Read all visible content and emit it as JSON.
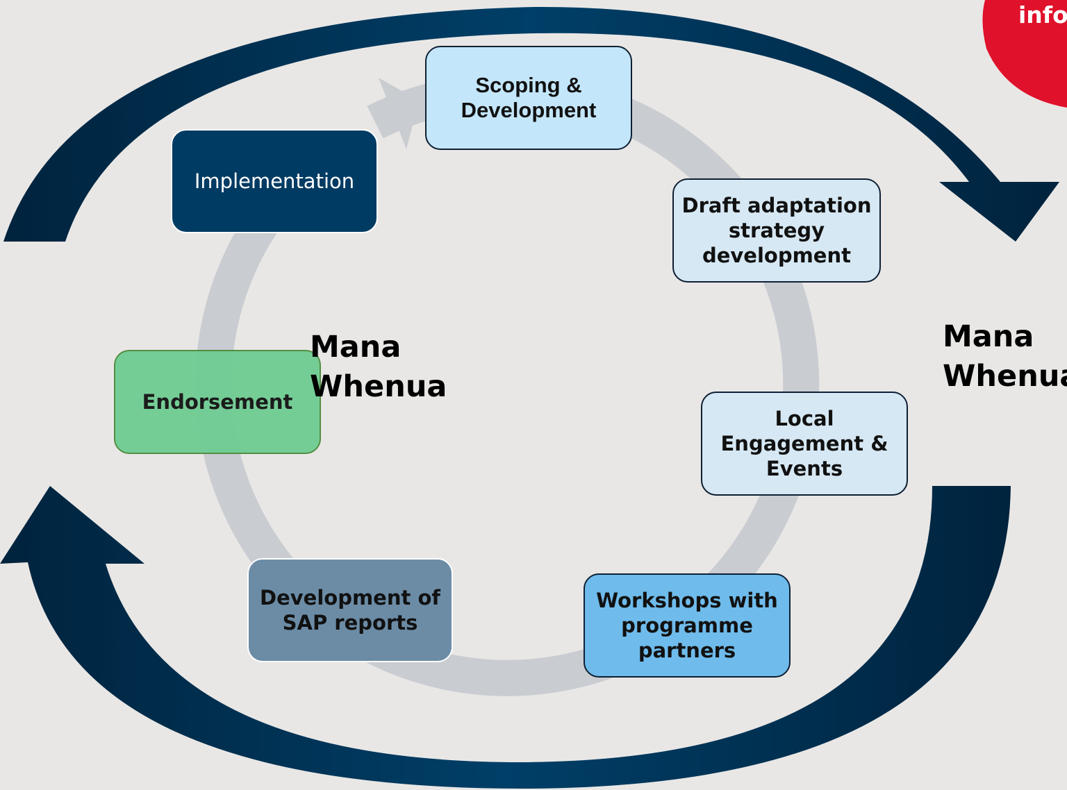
{
  "brand": {
    "text": "info"
  },
  "stages": {
    "scoping": [
      "Scoping &",
      "Development"
    ],
    "draft": [
      "Draft adaptation",
      "strategy",
      "development"
    ],
    "local": [
      "Local",
      "Engagement &",
      "Events"
    ],
    "workshops": [
      "Workshops with",
      "programme",
      "partners"
    ],
    "sap": [
      "Development of",
      "SAP reports"
    ],
    "endorsement": [
      "Endorsement"
    ],
    "implementation": [
      "Implementation"
    ]
  },
  "labels": {
    "mana_inner": [
      "Mana",
      "Whenua"
    ],
    "mana_outer": [
      "Mana",
      "Whenua"
    ]
  },
  "colors": {
    "background": "#e9e7e5",
    "outer_arrow": "#003b63",
    "inner_ring": "#c9ccd1",
    "brand_badge": "#e0112b",
    "scoping": "#c4e6fa",
    "draft": "#d6e8f3",
    "local": "#d6e8f3",
    "workshops": "#6fbcec",
    "sap": "#6c8ca6",
    "endorsement": "#6fcc92",
    "implementation": "#003b63"
  }
}
